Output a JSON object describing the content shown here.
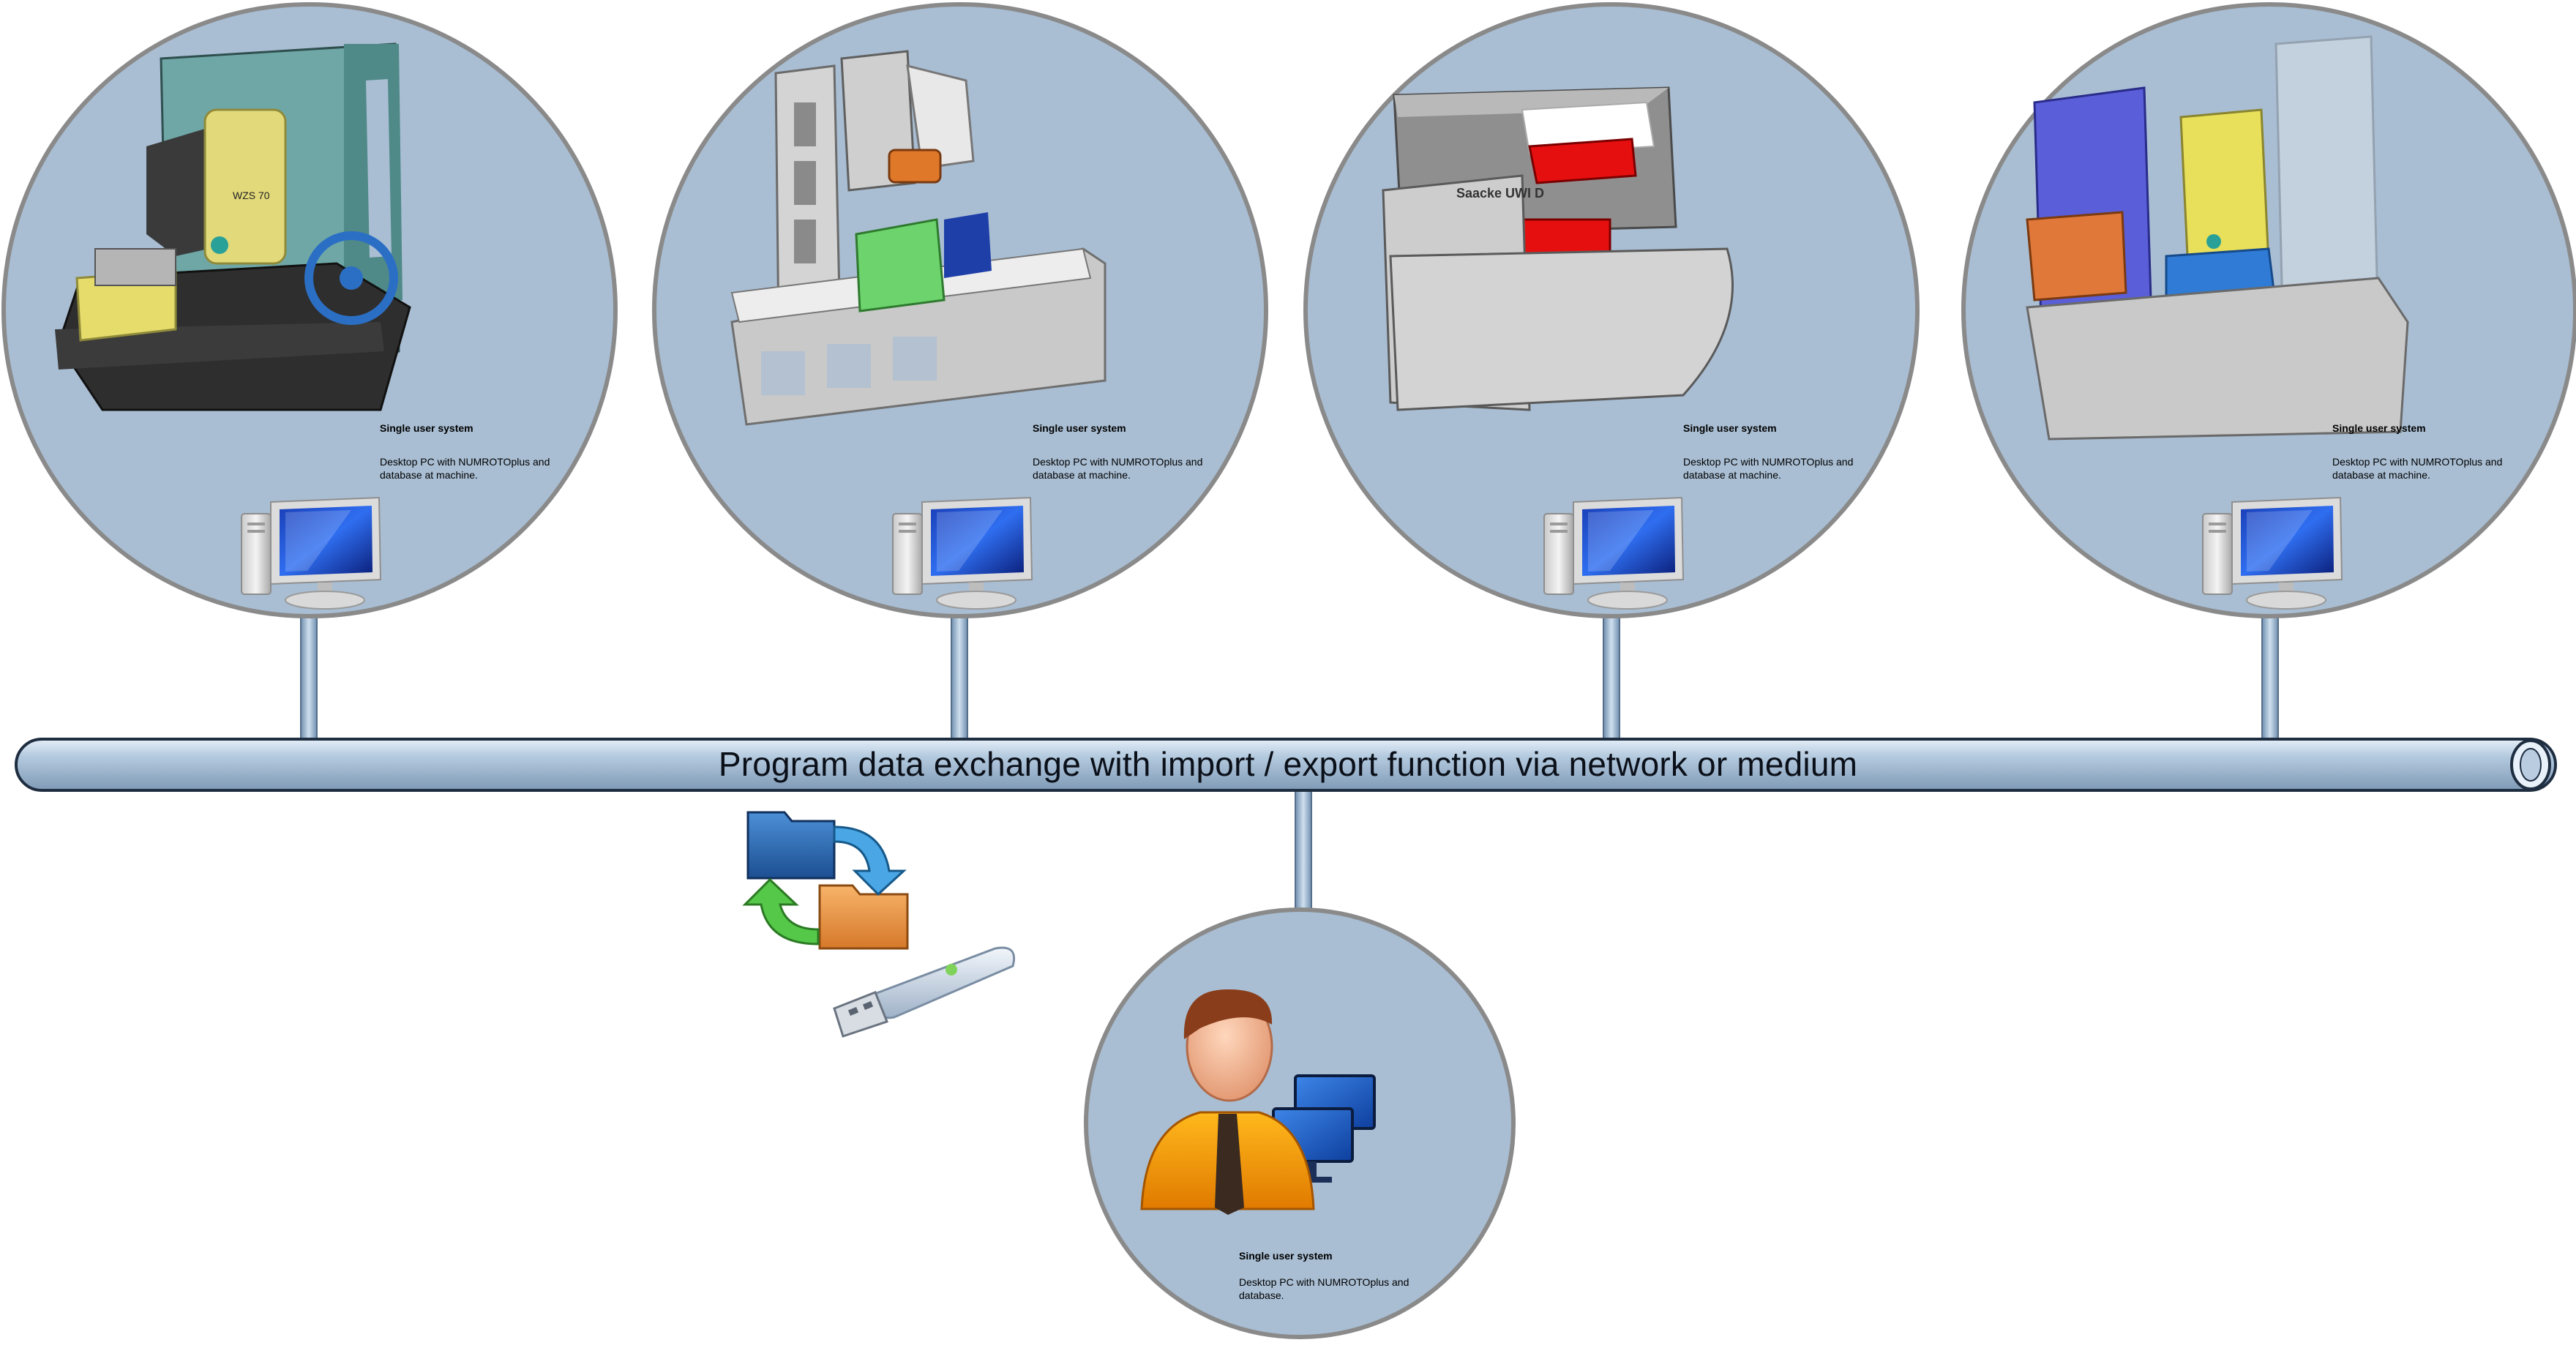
{
  "bus": {
    "label": "Program data exchange with import / export function via network or medium"
  },
  "machine_nodes": [
    {
      "title": "Single user system",
      "description": "Desktop PC with NUMROTOplus and database at machine.",
      "machine_label": "WZS 70"
    },
    {
      "title": "Single user system",
      "description": "Desktop PC with NUMROTOplus and database at machine."
    },
    {
      "title": "Single user system",
      "description": "Desktop PC with NUMROTOplus and database at machine.",
      "machine_label": "Saacke UWI D"
    },
    {
      "title": "Single user system",
      "description": "Desktop PC with NUMROTOplus and database at machine."
    }
  ],
  "office_node": {
    "title": "Single user system",
    "description": "Desktop PC with NUMROTOplus and database."
  },
  "icons": [
    "cnc-grinding-machine-icon",
    "desktop-computer-icon",
    "folder-sync-icon",
    "usb-stick-icon",
    "user-workstation-icon"
  ],
  "colors": {
    "circle_fill": "#a9bed3",
    "circle_stroke": "#8a8a8a",
    "bus_fill": "#a5bcd4",
    "connector": "#9fb9d2"
  }
}
